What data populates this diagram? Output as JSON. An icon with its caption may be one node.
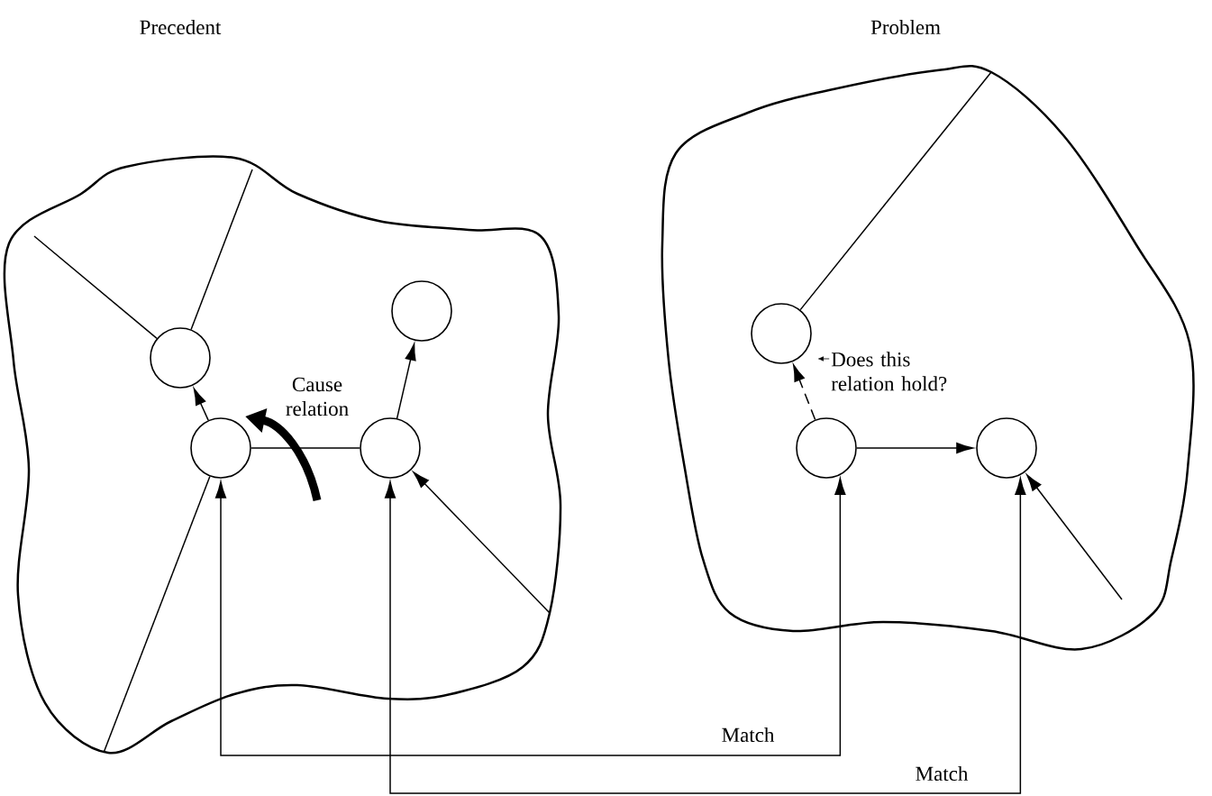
{
  "diagram": {
    "nodes": [
      {
        "text": [],
        "shape": "cloud"
      },
      {
        "text": [],
        "shape": "cloud"
      },
      {
        "text": [],
        "shape": "circle",
        "in": 0
      },
      {
        "text": [],
        "shape": "circle",
        "in": 0
      },
      {
        "text": [],
        "shape": "circle",
        "in": 0
      },
      {
        "text": [],
        "shape": "circle",
        "in": 0
      },
      {
        "text": [],
        "shape": "circle",
        "in": 1
      },
      {
        "text": [],
        "shape": "circle",
        "in": 1
      },
      {
        "text": [],
        "shape": "circle",
        "in": 1
      }
    ],
    "edges": [
      {
        "from": 4,
        "to": 2,
        "arrow": "to"
      },
      {
        "from": 5,
        "to": 3,
        "arrow": "to"
      },
      {
        "from": 4,
        "to": 5,
        "arrow": "none"
      },
      {
        "from": 7,
        "to": 6,
        "arrow": "to",
        "style": "dashed",
        "label": "Does this relation hold?"
      },
      {
        "from": 7,
        "to": 8,
        "arrow": "to"
      },
      {
        "from": 4,
        "to": 7,
        "arrow": "both",
        "label": "Match"
      },
      {
        "from": 5,
        "to": 8,
        "arrow": "both",
        "label": "Match"
      },
      {
        "from": null,
        "to": 2,
        "arrow": "none"
      },
      {
        "from": null,
        "to": 2,
        "arrow": "none"
      },
      {
        "from": null,
        "to": 4,
        "arrow": "none"
      },
      {
        "from": null,
        "to": 5,
        "arrow": "to"
      },
      {
        "from": null,
        "to": 6,
        "arrow": "none"
      },
      {
        "from": null,
        "to": 8,
        "arrow": "to"
      }
    ],
    "labels": [
      "Precedent",
      "Problem",
      "Cause relation"
    ]
  }
}
